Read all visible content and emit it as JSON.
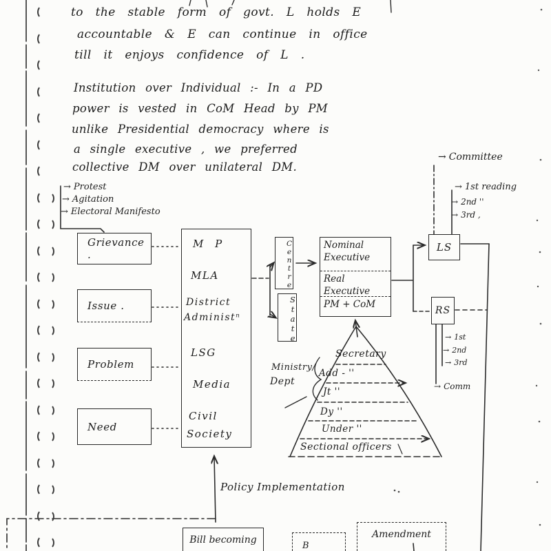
{
  "icons": {
    "arrow_right": "→"
  },
  "notes": {
    "para1": [
      "to the stable form of govt. L holds E",
      "accountable & E can continue in office",
      "till it enjoys confidence of L ."
    ],
    "para2": [
      "Institution over Individual :- In a PD",
      "power is vested in CoM Head by PM",
      "unlike Presidential democracy where is",
      "a single executive , we preferred",
      "collective DM over unilateral DM."
    ]
  },
  "flow": {
    "committee_label": "Committee",
    "ls_readings": [
      "1st reading",
      "2nd ''",
      "3rd ,"
    ],
    "inputs": [
      "Protest",
      "Agitation",
      "Electoral Manifesto"
    ],
    "stages": [
      "Grievance .",
      "Issue .",
      "Problem",
      "Need"
    ],
    "actors": [
      "M P",
      "MLA",
      "District",
      "Administⁿ",
      "LSG",
      "Media",
      "Civil",
      "Society"
    ],
    "levels": [
      "Centre",
      "State"
    ],
    "executive": {
      "nominal": "Nominal Executive",
      "real": "Real Executive",
      "head": "PM + CoM"
    },
    "houses": {
      "lower": "LS",
      "upper": "RS"
    },
    "rs_readings": [
      "1st",
      "2nd",
      "3rd"
    ],
    "rs_committee": "Comm",
    "ministry": [
      "Ministry/",
      "Dept"
    ],
    "pyramid_levels": [
      "Secretary",
      "Add - ''",
      "Jt ''",
      "Dy ''",
      "Under ''",
      "Sectional officers"
    ],
    "policy_label": "Policy Implementation",
    "bottom": {
      "bill": "Bill becoming",
      "partial": "B",
      "amendment": "Amendment"
    }
  }
}
